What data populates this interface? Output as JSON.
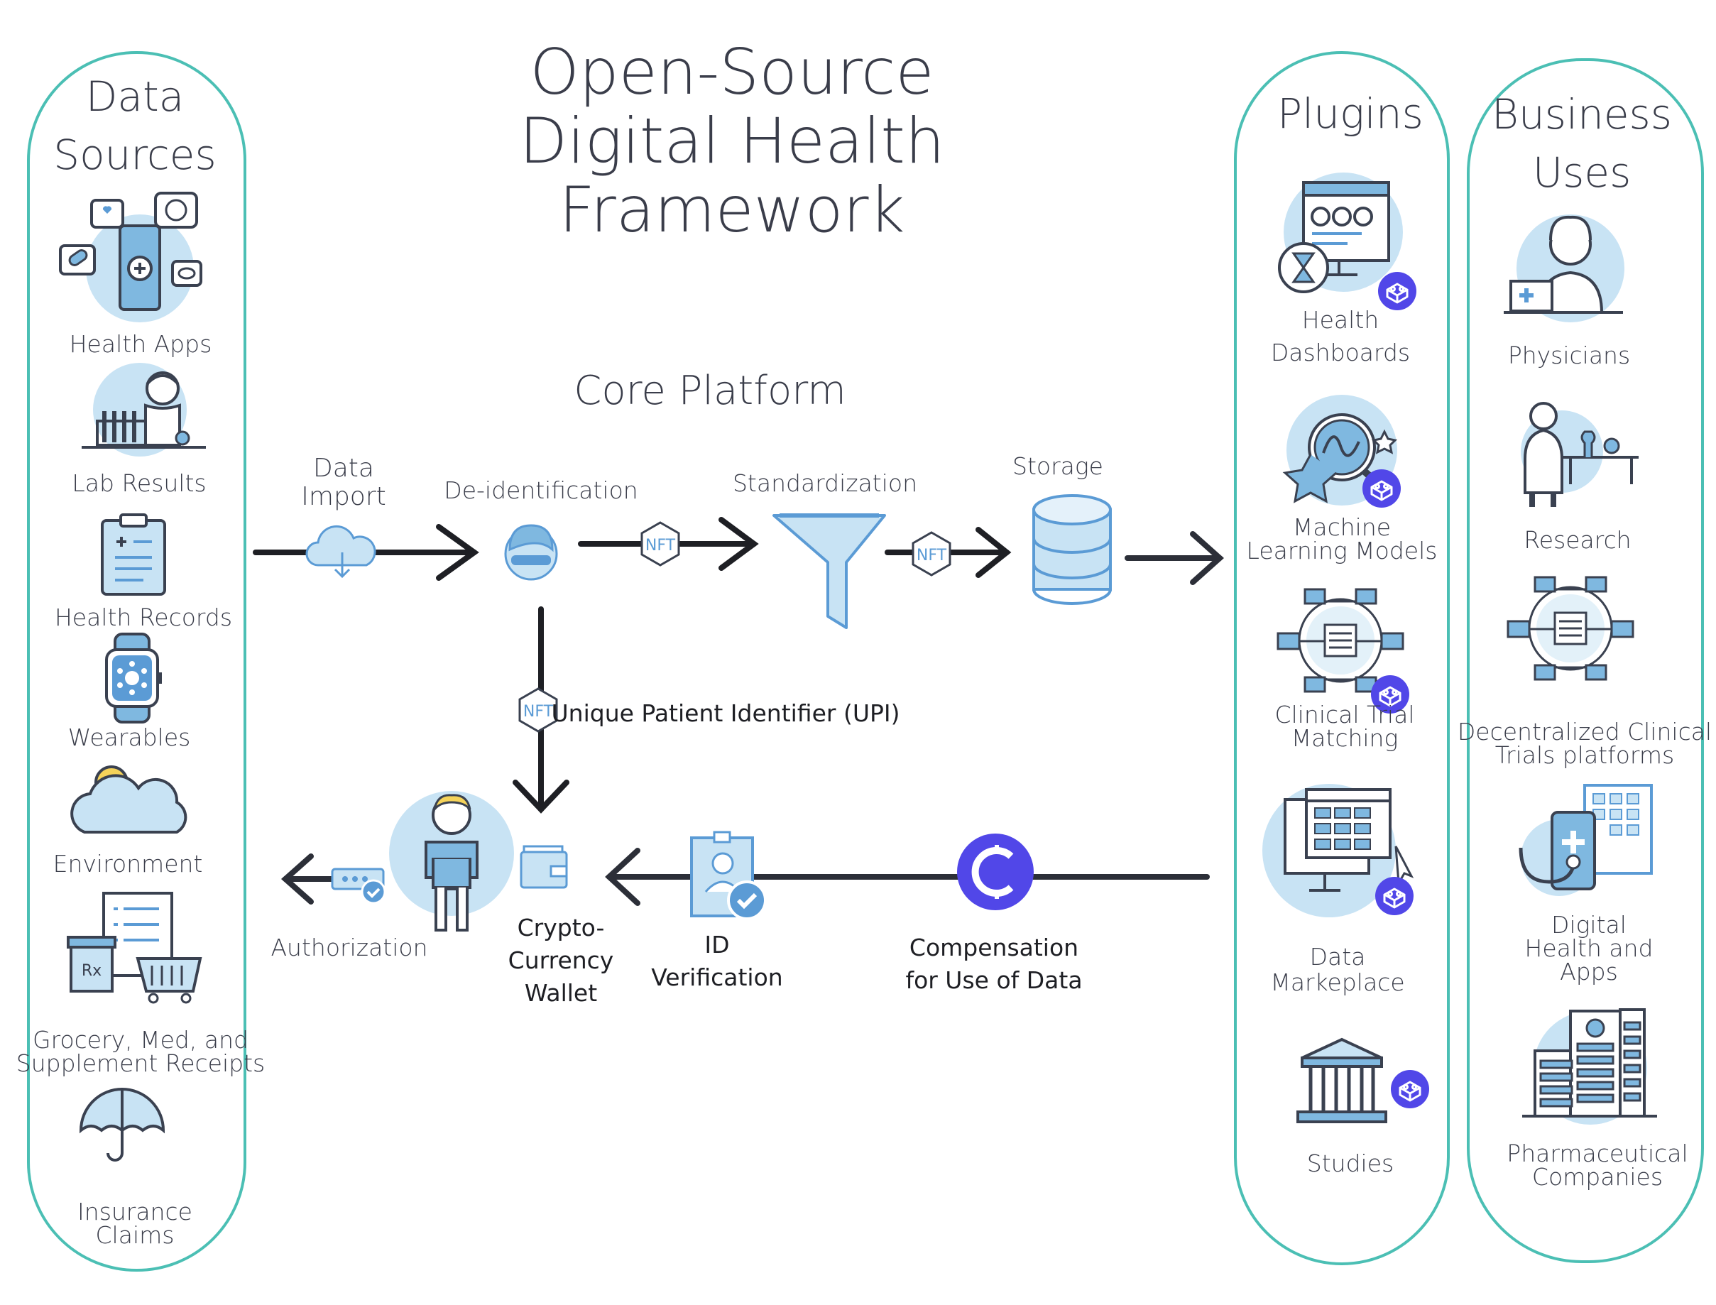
{
  "title": {
    "line1": "Open-Source",
    "line2": "Digital Health",
    "line3": "Framework"
  },
  "core_platform": {
    "title": "Core Platform",
    "data_import_1": "Data",
    "data_import_2": "Import",
    "deidentification": "De-identification",
    "standardization": "Standardization",
    "storage": "Storage",
    "upi": "Unique Patient Identifier  (UPI)",
    "authorization": "Authorization",
    "wallet_1": "Crypto-",
    "wallet_2": "Currency",
    "wallet_3": "Wallet",
    "id_1": "ID",
    "id_2": "Verification",
    "comp_1": "Compensation",
    "comp_2": "for Use of Data",
    "nft_badge": "NFT"
  },
  "data_sources": {
    "title_1": "Data",
    "title_2": "Sources",
    "items": [
      {
        "label": "Health Apps",
        "icon": "health-apps-icon"
      },
      {
        "label": "Lab Results",
        "icon": "lab-results-icon"
      },
      {
        "label": "Health Records",
        "icon": "health-records-icon"
      },
      {
        "label": "Wearables",
        "icon": "smartwatch-icon"
      },
      {
        "label": "Environment",
        "icon": "weather-icon"
      },
      {
        "label_1": "Grocery, Med, and",
        "label_2": "Supplement Receipts",
        "icon": "receipts-icon"
      },
      {
        "label_1": "Insurance",
        "label_2": "Claims",
        "icon": "umbrella-icon"
      }
    ]
  },
  "plugins": {
    "title": "Plugins",
    "items": [
      {
        "label_1": "Health",
        "label_2": "Dashboards",
        "icon": "dashboard-icon"
      },
      {
        "label_1": "Machine",
        "label_2": "Learning Models",
        "icon": "ml-icon"
      },
      {
        "label_1": "Clinical Trial",
        "label_2": "Matching",
        "icon": "network-icon"
      },
      {
        "label_1": "Data",
        "label_2": "Markeplace",
        "icon": "marketplace-icon"
      },
      {
        "label": "Studies",
        "icon": "institution-icon"
      }
    ]
  },
  "business_uses": {
    "title_1": "Business",
    "title_2": "Uses",
    "items": [
      {
        "label": "Physicians",
        "icon": "physician-icon"
      },
      {
        "label": "Research",
        "icon": "researcher-icon"
      },
      {
        "label_1": "Decentralized Clinical",
        "label_2": "Trials platforms",
        "icon": "network-icon"
      },
      {
        "label_1": "Digital",
        "label_2": "Health and",
        "label_3": "Apps",
        "icon": "phone-stethoscope-icon"
      },
      {
        "label_1": "Pharmaceutical",
        "label_2": "Companies",
        "icon": "building-icon"
      }
    ]
  },
  "colors": {
    "panel_border": "#4bbfb4",
    "icon_fill": "#c8e3f4",
    "icon_stroke": "#3a4150",
    "accent_blue": "#5b9bd5",
    "plugin_badge": "#5147e8",
    "arrow": "#2c2f38"
  }
}
